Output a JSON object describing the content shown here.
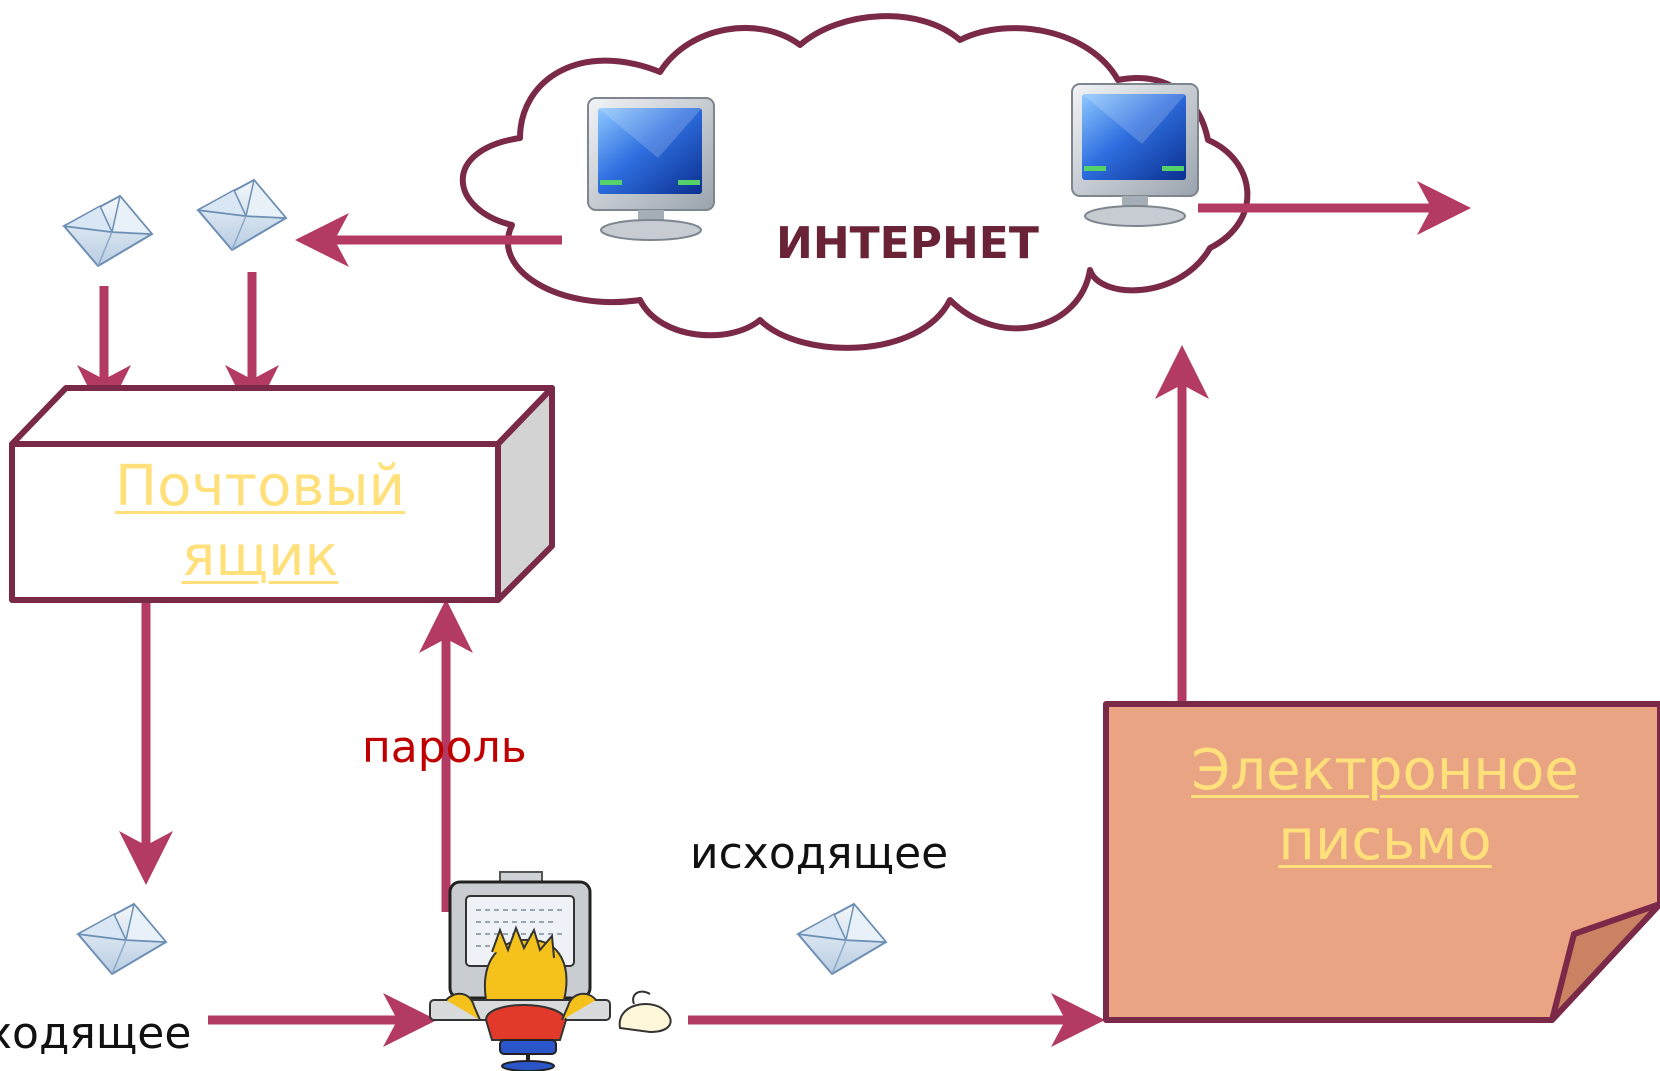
{
  "colors": {
    "arrow": "#b33a62",
    "outline": "#7a2a48",
    "note_fill": "#e9a484",
    "note_fold": "#c98363",
    "link_text": "#ffe07a",
    "password_text": "#c00000"
  },
  "labels": {
    "internet": "ИНТЕРНЕТ",
    "mailbox": "Почтовый ящик",
    "email": "Электронное письмо",
    "password": "пароль",
    "outgoing": "исходящее",
    "incoming": "ходящее"
  },
  "icons": [
    "envelope-icon",
    "monitor-icon",
    "user-at-computer-icon"
  ]
}
